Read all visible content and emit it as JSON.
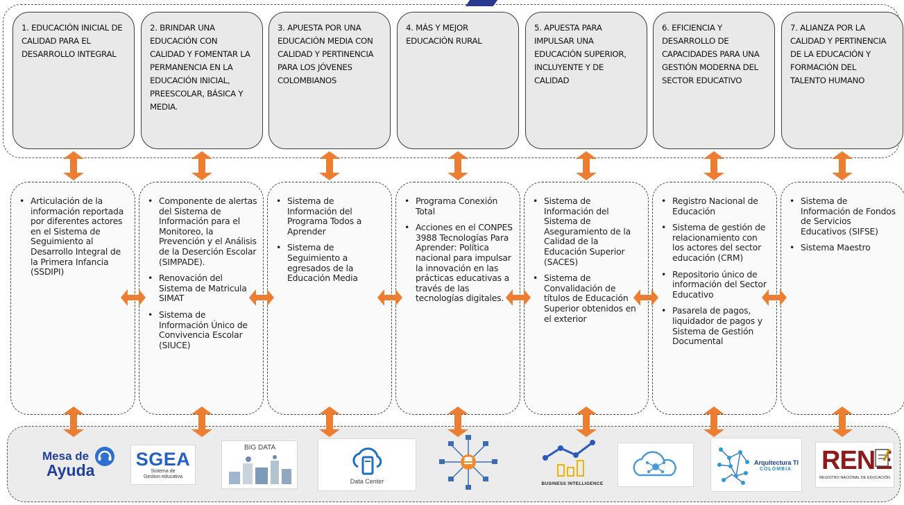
{
  "pillars": [
    "1. Educación inicial de calidad para el desarrollo integral",
    "2. Brindar una educación con calidad y fomentar la permanencia en la educación inicial, preescolar, básica y media.",
    "3. Apuesta por una educación media con calidad y pertinencia para los jóvenes colombianos",
    "4. Más y mejor educación rural",
    "5. Apuesta para impulsar una educación superior, incluyente y de calidad",
    "6. Eficiencia y desarrollo de capacidades para una gestión moderna del sector educativo",
    "7. Alianza por la calidad y pertinencia de la educación y formación del talento humano"
  ],
  "systems": [
    [
      "Articulación de la información reportada por diferentes actores en el Sistema de Seguimiento al Desarrollo Integral de la Primera Infancia (SSDIPI)"
    ],
    [
      "Componente de alertas del Sistema de Información para el Monitoreo, la Prevención y el Análisis de la Deserción Escolar (SIMPADE).",
      "Renovación del Sistema de Matricula SIMAT",
      "Sistema de Información Único de Convivencia Escolar (SIUCE)"
    ],
    [
      "Sistema de Información del Programa Todos a Aprender",
      "Sistema de Seguimiento a egresados de la Educación Media"
    ],
    [
      "Programa Conexión Total",
      "Acciones en el CONPES 3988 Tecnologías Para Aprender: Política nacional para impulsar la innovación en las prácticas educativas a través de las tecnologías digitales."
    ],
    [
      "Sistema de Información del Sistema de Aseguramiento de la Calidad de la Educación Superior (SACES)",
      "Sistema de Convalidación de títulos de Educación Superior obtenidos en el exterior"
    ],
    [
      "Registro Nacional de Educación",
      "Sistema de gestión de relacionamiento con los actores del sector educación (CRM)",
      "Repositorio único de información del Sector Educativo",
      "Pasarela de pagos, liquidador de pagos y Sistema de Gestión Documental"
    ],
    [
      "Sistema de Información de Fondos de Servicios Educativos (SIFSE)",
      "Sistema Maestro"
    ]
  ],
  "logos": {
    "mesa_line1": "Mesa de",
    "mesa_line2": "Ayuda",
    "sgea_title": "SGEA",
    "sgea_sub": "Sistema de Gestion educativa",
    "bigdata": "BIG DATA",
    "datacenter": "Data Center",
    "bi": "BUSINESS INTELLIGENCE",
    "arq_line1": "Arquitectura TI",
    "arq_line2": "COLOMBIA",
    "rene_title": "RENE",
    "rene_sub": "REGISTRO NACIONAL DE EDUCACIÓN"
  },
  "colors": {
    "arrow": "#ed7d31",
    "box_fill": "#e9e9e9",
    "accent_blue": "#1f5fb4",
    "logo_navy": "#1a2f8a"
  }
}
